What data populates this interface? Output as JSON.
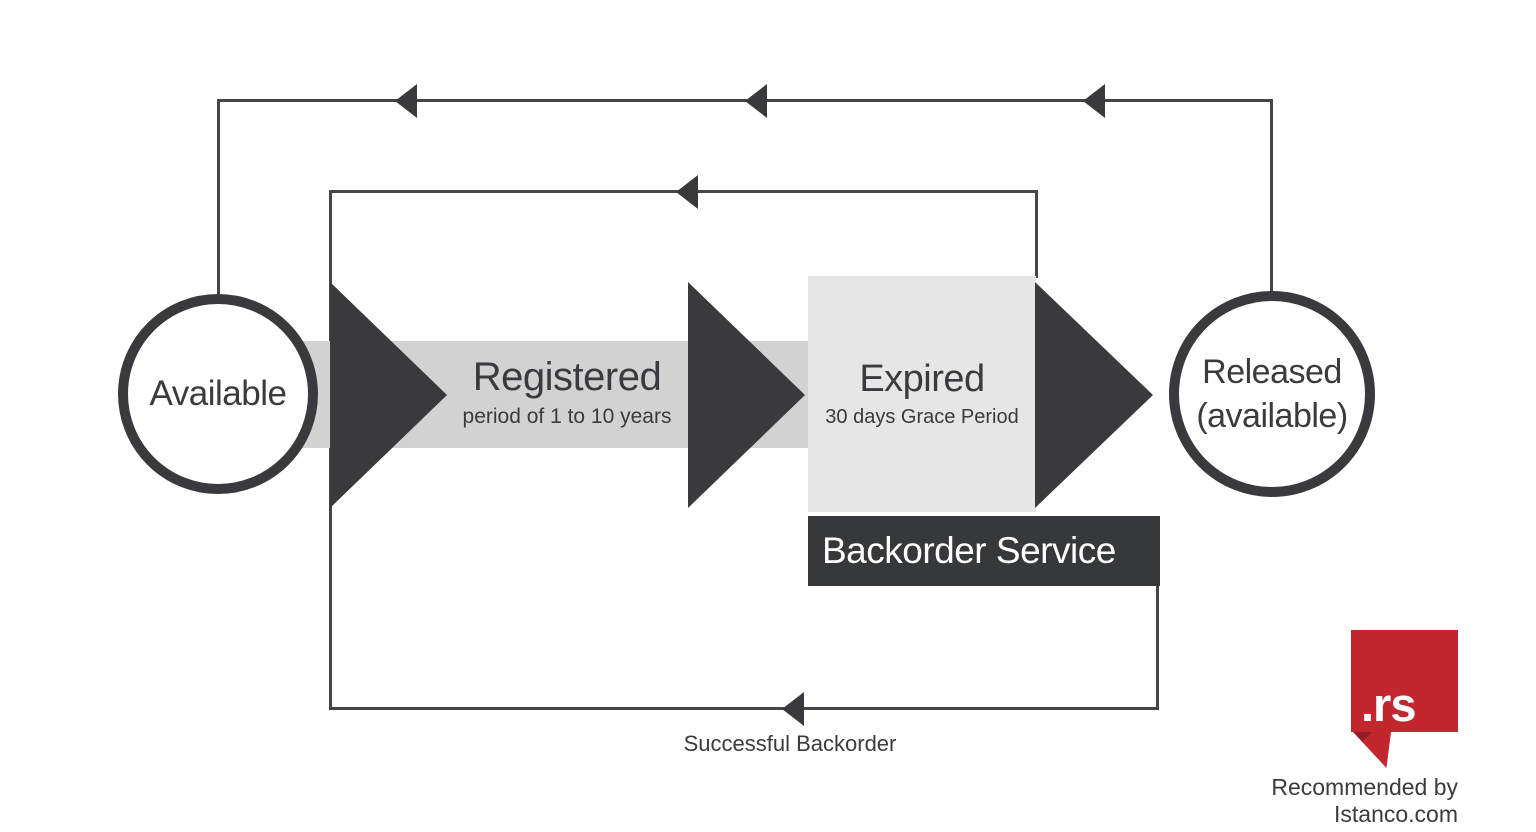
{
  "colors": {
    "dark": "#3a3a3e",
    "line": "#45454a",
    "text_dark": "#3b3b3f",
    "band_gray": "#d2d2d2",
    "box_gray": "#e6e6e6",
    "backorder_bg": "#37383c",
    "logo_red": "#c1272d",
    "logo_red_dark": "#931f24"
  },
  "nodes": {
    "available": {
      "label": "Available"
    },
    "registered": {
      "label": "Registered",
      "sublabel": "period of 1 to 10 years"
    },
    "expired": {
      "label": "Expired",
      "sublabel": "30 days Grace Period"
    },
    "released": {
      "line1": "Released",
      "line2": "(available)"
    },
    "backorder": {
      "label": "Backorder Service"
    }
  },
  "annotations": {
    "successful_backorder": "Successful Backorder"
  },
  "branding": {
    "logo_text": ".rs",
    "credit": "Recommended by Istanco.com"
  }
}
